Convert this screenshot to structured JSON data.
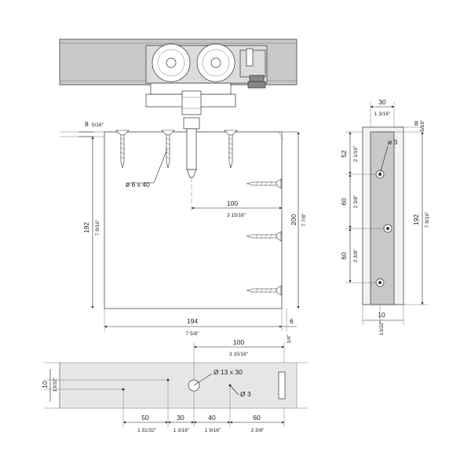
{
  "dimensions": {
    "top_thickness_mm": "8",
    "top_thickness_in": "5/16\"",
    "screw_spec": "ø 6 x 40",
    "bolt_offset_mm": "100",
    "bolt_offset_in": "3 15/16\"",
    "left_height_mm": "192",
    "left_height_in": "7 9/16\"",
    "right_height_mm": "200",
    "right_height_in": "7 7/8\"",
    "width_mm": "194",
    "width_in": "7 5/8\"",
    "gap_mm": "6",
    "gap_in": "1/4\"",
    "side_width_mm": "30",
    "side_width_in": "1 3/16\"",
    "side_top_mm": "8",
    "side_top_in": "5/16\"",
    "side_hole": "ø 3",
    "side_dim1_mm": "52",
    "side_dim1_in": "2 1/16\"",
    "side_dim2_mm": "60",
    "side_dim2_in": "2 3/8\"",
    "side_dim3_mm": "60",
    "side_dim3_in": "2 3/8\"",
    "side_height_mm": "192",
    "side_height_in": "7 9/16\"",
    "side_bottom_mm": "10",
    "side_bottom_in": "13/32\"",
    "bottom_offset_mm": "100",
    "bottom_offset_in": "3 15/16\"",
    "bottom_hole_big": "Ø 13 x 30",
    "bottom_hole_small": "Ø 3",
    "bottom_thickness_mm": "10",
    "bottom_thickness_in": "13/32\"",
    "bottom_d1_mm": "50",
    "bottom_d1_in": "1 31/32\"",
    "bottom_d2_mm": "30",
    "bottom_d2_in": "1 3/16\"",
    "bottom_d3_mm": "40",
    "bottom_d3_in": "1 9/16\"",
    "bottom_d4_mm": "60",
    "bottom_d4_in": "2 3/8\""
  },
  "colors": {
    "rail": "#c8c8c8",
    "side_panel": "#c8c8c8",
    "bottom_panel": "#e6e6e6",
    "line": "#222222"
  }
}
